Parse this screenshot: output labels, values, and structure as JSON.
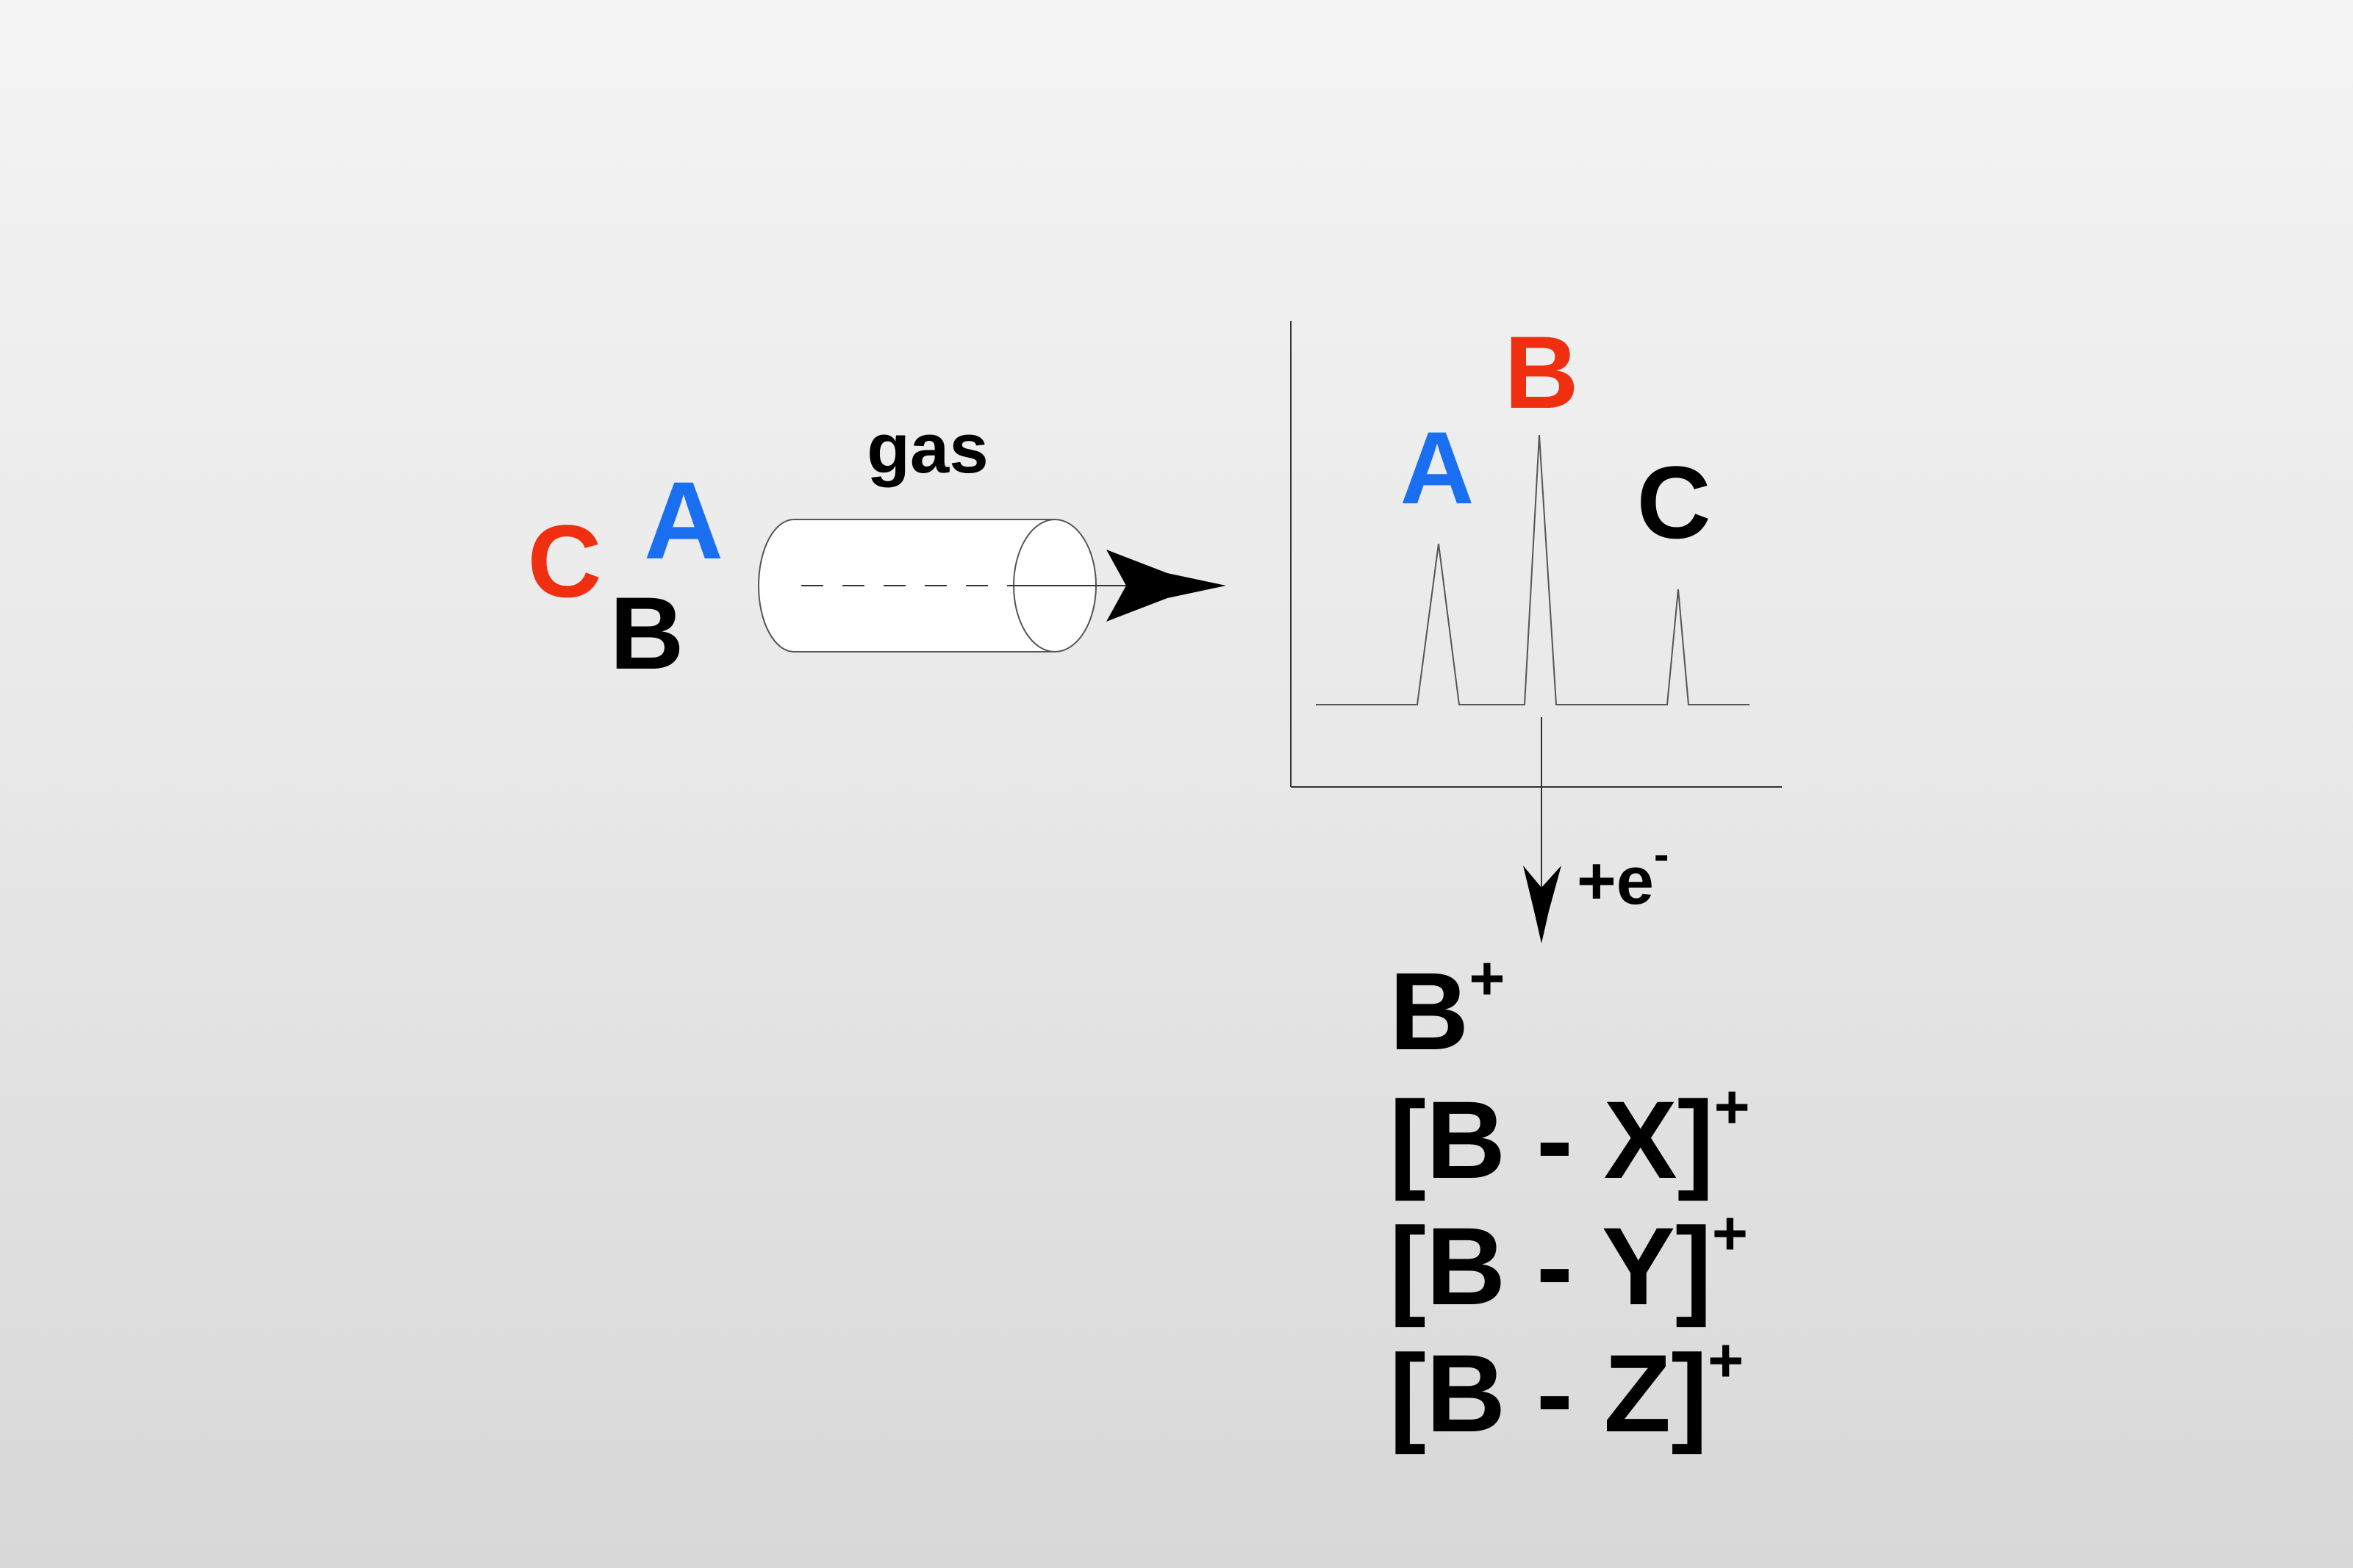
{
  "colors": {
    "blue": "#1a6ff0",
    "red": "#f02f10",
    "black": "#000000",
    "line": "#555555",
    "cylinder_fill": "#ffffff"
  },
  "mixture": {
    "a": "A",
    "b": "B",
    "c": "C"
  },
  "column": {
    "label": "gas"
  },
  "chromatogram": {
    "peak_a": "A",
    "peak_b": "B",
    "peak_c": "C"
  },
  "ionization": {
    "label": "+e",
    "superscript": "-"
  },
  "fragments": [
    {
      "base": "B",
      "charge": "+"
    },
    {
      "base": "[B - X]",
      "charge": "+"
    },
    {
      "base": "[B - Y]",
      "charge": "+"
    },
    {
      "base": "[B - Z]",
      "charge": "+"
    }
  ]
}
